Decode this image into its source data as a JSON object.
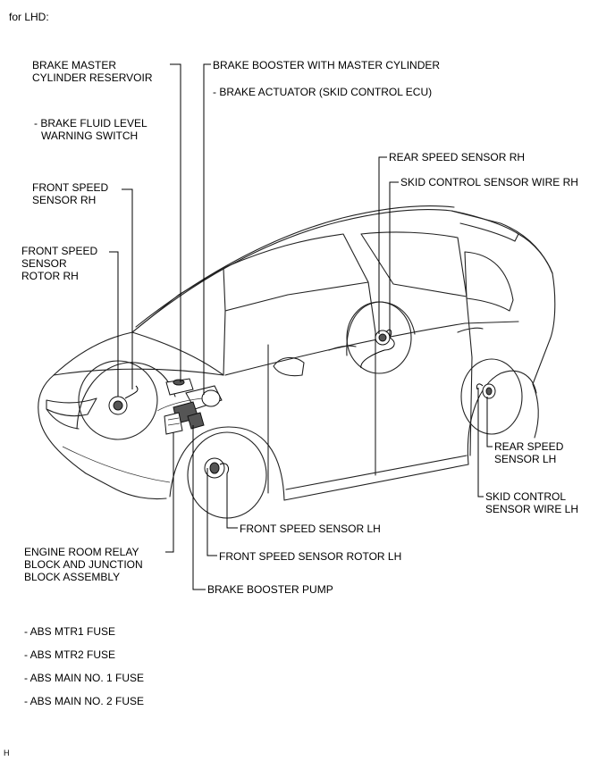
{
  "header": {
    "title": "for LHD:"
  },
  "labels": {
    "reservoir": [
      "BRAKE MASTER",
      "CYLINDER RESERVOIR"
    ],
    "fluid_switch": [
      "- BRAKE FLUID LEVEL",
      "WARNING SWITCH"
    ],
    "front_sensor_rh": [
      "FRONT SPEED",
      "SENSOR RH"
    ],
    "front_rotor_rh": [
      "FRONT SPEED",
      "SENSOR",
      "ROTOR RH"
    ],
    "booster": "BRAKE BOOSTER WITH MASTER CYLINDER",
    "actuator": "- BRAKE ACTUATOR (SKID CONTROL ECU)",
    "rear_sensor_rh": "REAR SPEED SENSOR RH",
    "skid_wire_rh": "SKID CONTROL SENSOR WIRE RH",
    "rear_sensor_lh": [
      "REAR SPEED",
      "SENSOR LH"
    ],
    "skid_wire_lh": [
      "SKID CONTROL",
      "SENSOR WIRE LH"
    ],
    "front_sensor_lh": "FRONT SPEED SENSOR LH",
    "front_rotor_lh": "FRONT SPEED SENSOR ROTOR LH",
    "booster_pump": "BRAKE BOOSTER PUMP",
    "relay_block": [
      "ENGINE ROOM RELAY",
      "BLOCK AND JUNCTION",
      "BLOCK ASSEMBLY"
    ]
  },
  "fuses": [
    "- ABS MTR1 FUSE",
    "- ABS MTR2 FUSE",
    "- ABS MAIN NO. 1 FUSE",
    "- ABS MAIN NO. 2 FUSE"
  ],
  "footer": {
    "code": "H"
  }
}
